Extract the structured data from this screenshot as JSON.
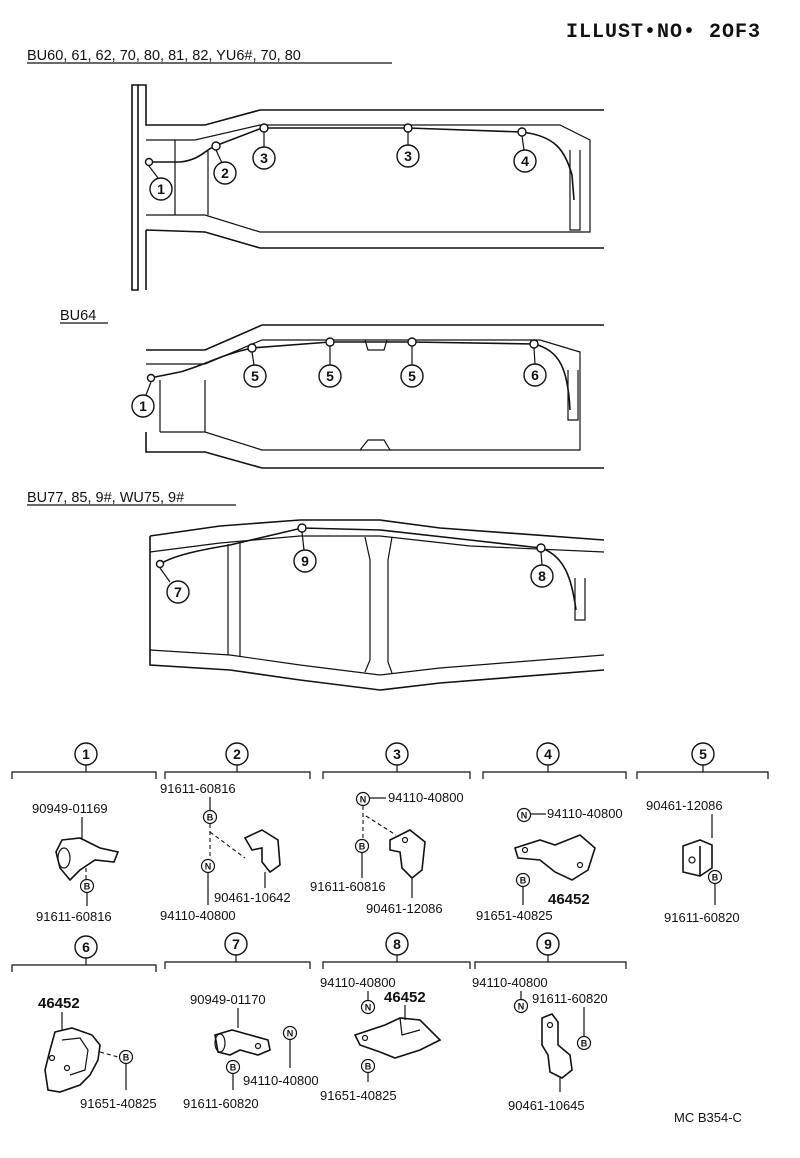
{
  "illust_no": "ILLUST•NO• 2OF3",
  "catalog_code": "MC B354-C",
  "frames": [
    {
      "models": "BU60, 61, 62, 70, 80, 81, 82, YU6#, 70, 80",
      "callouts": [
        "1",
        "2",
        "3",
        "3",
        "4"
      ]
    },
    {
      "models": "BU64",
      "callouts": [
        "1",
        "5",
        "5",
        "5",
        "6"
      ]
    },
    {
      "models": "BU77, 85, 9#, WU75, 9#",
      "callouts": [
        "7",
        "9",
        "8"
      ]
    }
  ],
  "details": [
    {
      "no": "1",
      "parts": [
        "90949-01169",
        "91611-60816"
      ]
    },
    {
      "no": "2",
      "parts": [
        "91611-60816",
        "90461-10642",
        "94110-40800"
      ]
    },
    {
      "no": "3",
      "parts": [
        "94110-40800",
        "91611-60816",
        "90461-12086"
      ]
    },
    {
      "no": "4",
      "parts": [
        "94110-40800",
        "46452",
        "91651-40825"
      ]
    },
    {
      "no": "5",
      "parts": [
        "90461-12086",
        "91611-60820"
      ]
    },
    {
      "no": "6",
      "parts": [
        "46452",
        "91651-40825"
      ]
    },
    {
      "no": "7",
      "parts": [
        "90949-01170",
        "94110-40800",
        "91611-60820"
      ]
    },
    {
      "no": "8",
      "parts": [
        "94110-40800",
        "46452",
        "91651-40825"
      ]
    },
    {
      "no": "9",
      "parts": [
        "94110-40800",
        "91611-60820",
        "90461-10645"
      ]
    }
  ],
  "fastener_symbols": {
    "bolt": "B",
    "nut": "N"
  }
}
